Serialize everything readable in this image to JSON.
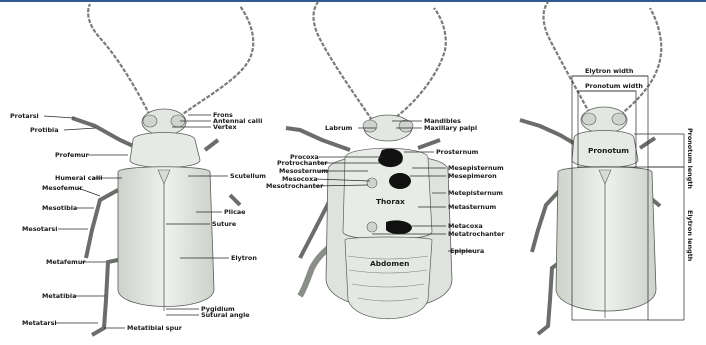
{
  "colors": {
    "body_fill": "#e7ebe6",
    "body_stroke": "#5a5c5a",
    "shade": "#c9cec7",
    "black_patch": "#111111",
    "frame_top": "#2f5a8d"
  },
  "dorsal": {
    "labels": {
      "frons": "Frons",
      "antennal_calli": "Antennal calli",
      "vertex": "Vertex",
      "protarsi": "Protarsi",
      "protibia": "Protibia",
      "profemur": "Profemur",
      "humeral_calli": "Humeral calli",
      "scutellum": "Scutellum",
      "mesofemur": "Mesofemur",
      "mesotibia": "Mesotibia",
      "plicae": "Plicae",
      "suture": "Suture",
      "mesotarsi": "Mesotarsi",
      "elytron": "Elytron",
      "metafemur": "Metafemur",
      "metatibia": "Metatibia",
      "pygidium": "Pygidium",
      "sutural_angle": "Sutural angle",
      "metatarsi": "Metatarsi",
      "metatibial_spur": "Metatibial spur"
    }
  },
  "ventral": {
    "labels": {
      "labrum": "Labrum",
      "mandibles": "Mandibles",
      "maxillary_palpi": "Maxillary palpi",
      "prosternum": "Prosternum",
      "procoxa": "Procoxa",
      "protrochanter": "Protrochanter",
      "mesosternum": "Mesosternum",
      "mesocoxa": "Mesocoxa",
      "mesotrochanter": "Mesotrochanter",
      "mesepisternum": "Mesepisternum",
      "mesepimeron": "Mesepimeron",
      "metepisternum": "Metepisternum",
      "metasternum": "Metasternum",
      "thorax": "Thorax",
      "metacoxa": "Metacoxa",
      "metatrochanter": "Metatrochanter",
      "abdomen": "Abdomen",
      "epipleura": "Epipleura"
    }
  },
  "measure": {
    "labels": {
      "elytron_width": "Elytron width",
      "pronotum_width": "Pronotum width",
      "pronotum": "Pronotum",
      "pronotum_length": "Pronotum length",
      "elytron_length": "Elytron length"
    }
  }
}
